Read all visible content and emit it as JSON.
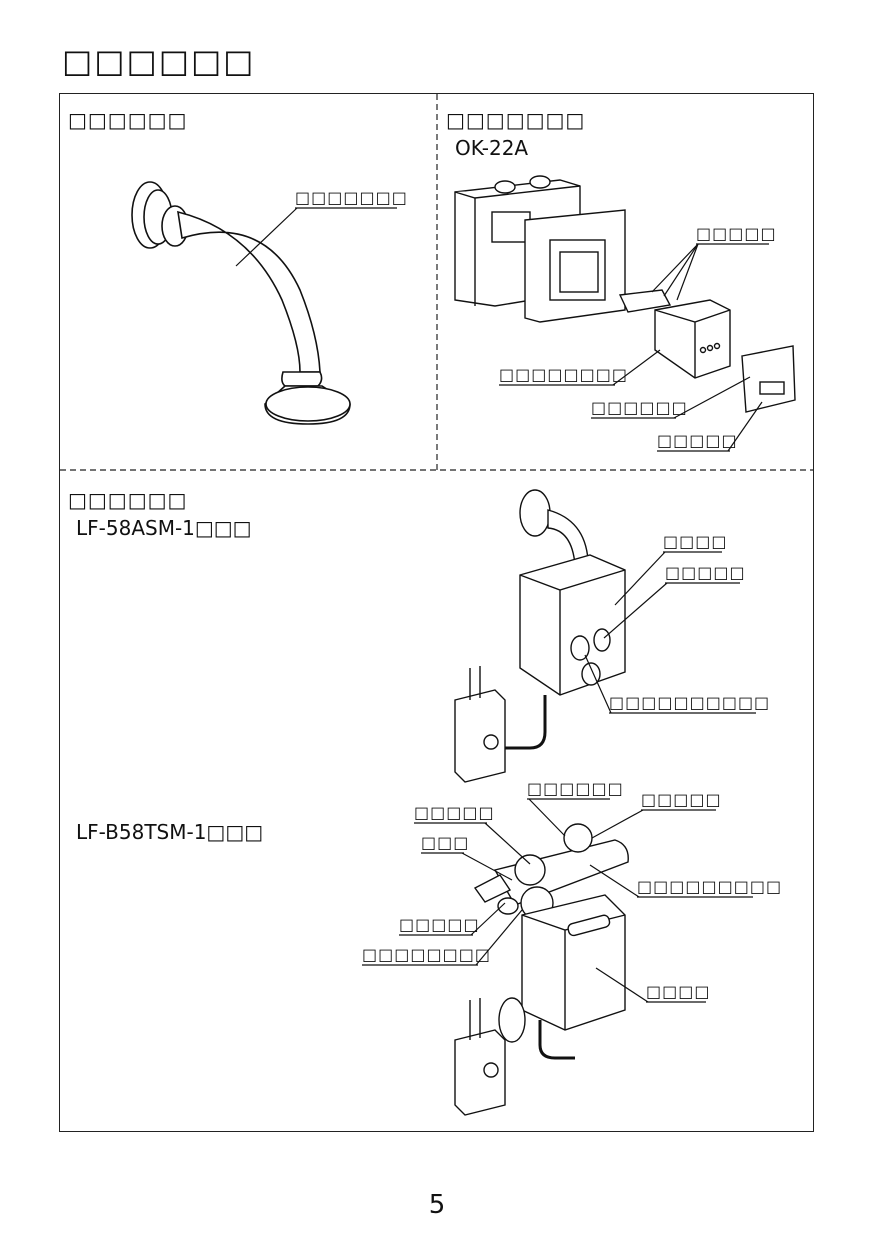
{
  "page": {
    "title": "□□□□□□",
    "number": "5"
  },
  "sections": {
    "spout": {
      "title": "□□□□□□",
      "callouts": [
        "□□□□□□□"
      ]
    },
    "controller": {
      "title": "□□□□□□□",
      "model": "OK-22A",
      "callouts": [
        "□□□□□",
        "□□□□□□□□",
        "□□□□□□",
        "□□□□□"
      ]
    },
    "valve": {
      "title": "□□□□□□",
      "model_1": "LF-58ASM-1□□□",
      "callouts_1": [
        "□□□□",
        "□□□□□",
        "□□□□□□□□□□"
      ],
      "model_2": "LF-B58TSM-1□□□",
      "callouts_2": [
        "□□□□□□",
        "□□□□□",
        "□□□□□",
        "□□□",
        "□□□□□□□□□",
        "□□□□□",
        "□□□□□□□□",
        "□□□□"
      ]
    }
  }
}
